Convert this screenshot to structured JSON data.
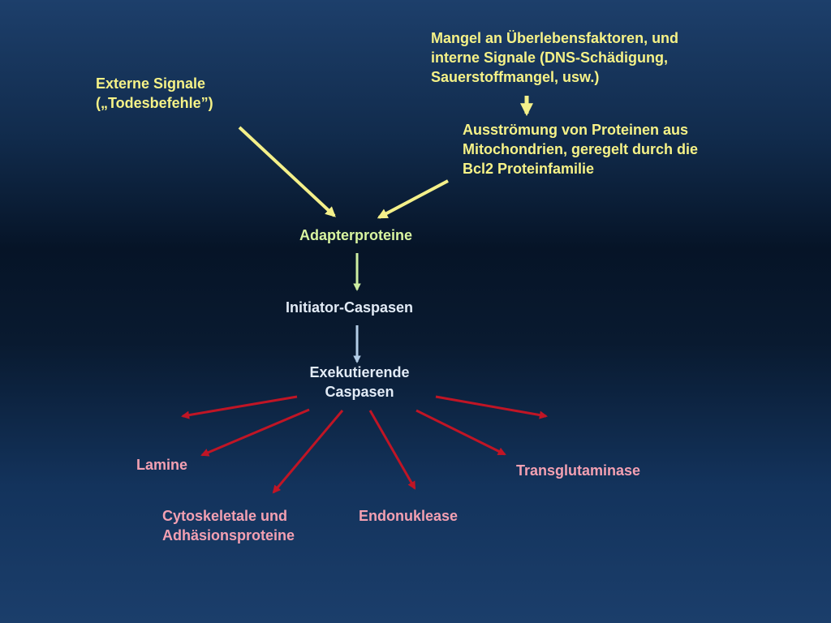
{
  "external_signals": [
    "Externe Signale",
    "(„Todesbefehle”)"
  ],
  "internal_signals": [
    "Mangel an Überlebensfaktoren, und",
    "interne Signale (DNS-Schädigung,",
    "Sauerstoffmangel, usw.)"
  ],
  "mitochondria": [
    "Ausströmung von Proteinen aus",
    "Mitochondrien, geregelt durch die",
    "Bcl2 Proteinfamilie"
  ],
  "adapter": "Adapterproteine",
  "initiator": "Initiator-Caspasen",
  "executing": [
    "Exekutierende",
    "Caspasen"
  ],
  "targets": {
    "lamine": "Lamine",
    "cytoskeletal": [
      "Cytoskeletale und",
      "Adhäsionsproteine"
    ],
    "endonuclease": "Endonuklease",
    "transglutaminase": "Transglutaminase"
  },
  "colors": {
    "yellow_text": "#f6f287",
    "green_text": "#d9f5a0",
    "white_text": "#e2ebf6",
    "pink_text": "#f3a0b2",
    "yellow_arrow": "#f4f08a",
    "green_arrow": "#cdeea2",
    "blue_arrow": "#b3cde6",
    "red_arrow": "#c01525"
  }
}
